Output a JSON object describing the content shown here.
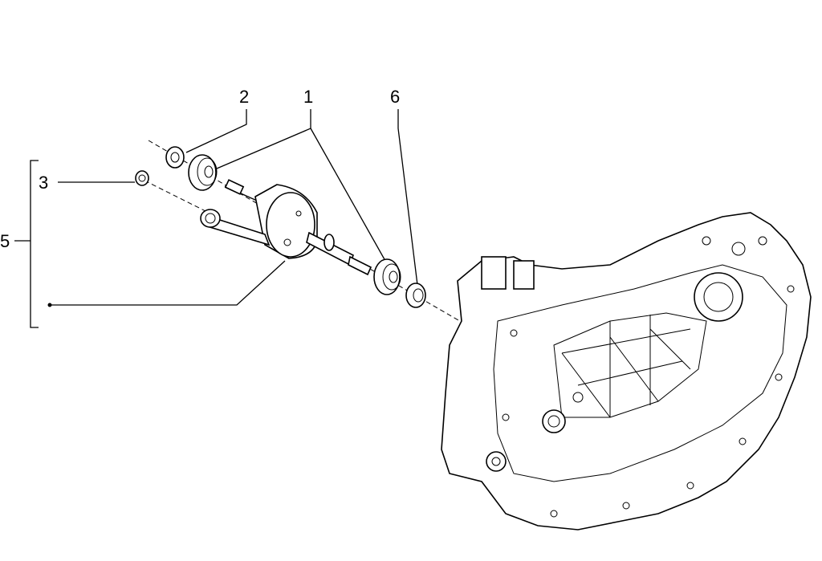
{
  "diagram": {
    "callouts": [
      {
        "id": "1",
        "label": "1"
      },
      {
        "id": "2",
        "label": "2"
      },
      {
        "id": "3",
        "label": "3"
      },
      {
        "id": "5",
        "label": "5"
      },
      {
        "id": "6",
        "label": "6"
      }
    ]
  }
}
